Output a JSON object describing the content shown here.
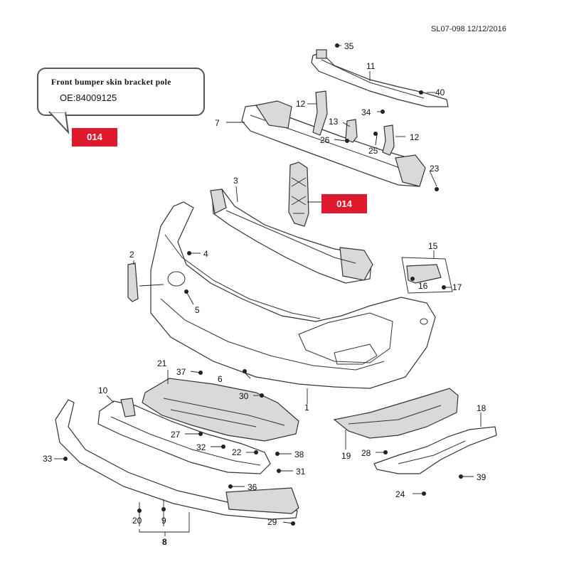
{
  "reference": "SL07-098 12/12/2016",
  "callout": {
    "title": "Front bumper skin bracket pole",
    "oe_number": "OE:84009125",
    "tag_label": "014"
  },
  "highlight_tag_label": "014",
  "part_numbers": {
    "p1": "1",
    "p2": "2",
    "p3": "3",
    "p4": "4",
    "p5": "5",
    "p6": "6",
    "p7": "7",
    "p8": "8",
    "p9": "9",
    "p10": "10",
    "p11": "11",
    "p12a": "12",
    "p12b": "12",
    "p13": "13",
    "p15": "15",
    "p16": "16",
    "p17": "17",
    "p18": "18",
    "p19": "19",
    "p20": "20",
    "p21": "21",
    "p22": "22",
    "p23": "23",
    "p24": "24",
    "p25": "25",
    "p26": "26",
    "p27": "27",
    "p28": "28",
    "p29": "29",
    "p30": "30",
    "p31": "31",
    "p32": "32",
    "p33": "33",
    "p34": "34",
    "p35": "35",
    "p36": "36",
    "p37": "37",
    "p38": "38",
    "p39": "39",
    "p40": "40"
  },
  "colors": {
    "tag_red": "#e0182c",
    "line": "#333333"
  }
}
